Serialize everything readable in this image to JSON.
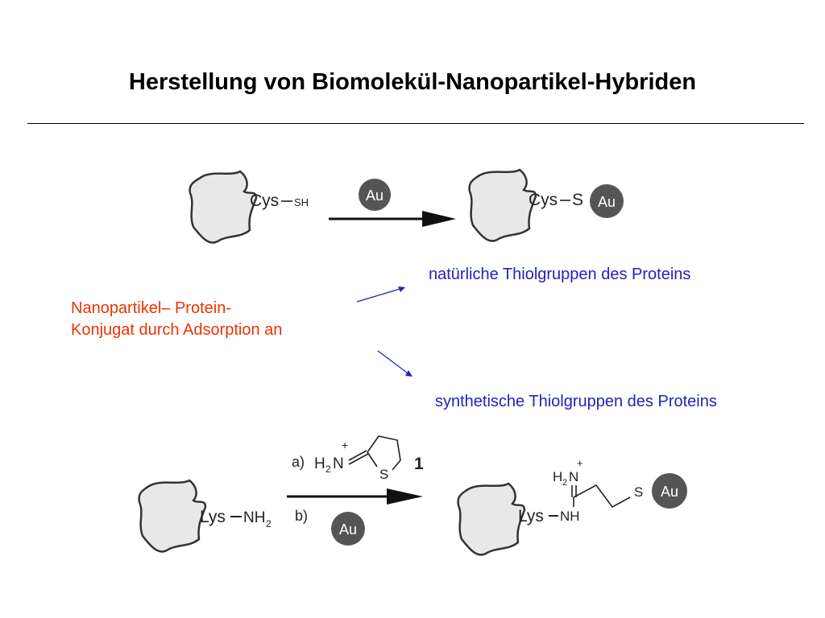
{
  "title": "Herstellung von Biomolekül-Nanopartikel-Hybriden",
  "colors": {
    "blob_fill": "#e8e8e8",
    "gold_circle": "#555555",
    "annotation_blue": "#2222bb",
    "annotation_red": "#ee3300"
  },
  "reaction_top": {
    "reactant_residue": "Cys",
    "reactant_group": "SH",
    "reagent": "Au",
    "product_residue": "Cys",
    "product_group": "S",
    "product_particle": "Au"
  },
  "annotations": {
    "natural": "natürliche Thiolgruppen des Proteins",
    "synthetic": "synthetische Thiolgruppen des Proteins",
    "conjugate_line1": "Nanopartikel– Protein-",
    "conjugate_line2": "Konjugat durch Adsorption an"
  },
  "reaction_bottom": {
    "step_a_label": "a)",
    "reagent_amine": "H",
    "reagent_amine_sub": "2",
    "reagent_N": "N",
    "reagent_plus": "+",
    "reagent_ring_S": "S",
    "reagent_number": "1",
    "step_b_label": "b)",
    "reagent_b": "Au",
    "reactant_residue": "Lys",
    "reactant_group": "NH",
    "reactant_group_sub": "2",
    "product_amine": "H",
    "product_amine_sub": "2",
    "product_N": "N",
    "product_plus": "+",
    "product_residue": "Lys",
    "product_nh": "NH",
    "product_S": "S",
    "product_particle": "Au"
  }
}
